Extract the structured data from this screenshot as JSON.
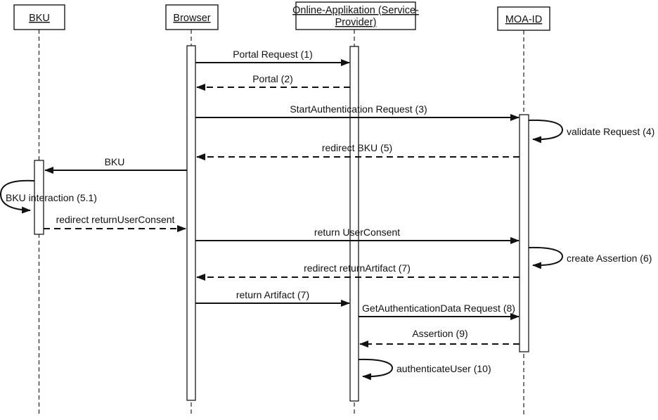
{
  "diagram": {
    "type": "uml-sequence-diagram",
    "colors": {
      "line": "#111111",
      "background": "#ffffff"
    },
    "participants": [
      {
        "id": "bku",
        "label": "BKU"
      },
      {
        "id": "browser",
        "label": "Browser"
      },
      {
        "id": "online-applikation",
        "label_line1": "Online-Applikation (Service-",
        "label_line2": "Provider)",
        "label": "Online-Applikation (Service-Provider)"
      },
      {
        "id": "moa-id",
        "label": "MOA-ID"
      }
    ],
    "messages": [
      {
        "label": "Portal Request (1)",
        "from": "Browser",
        "to": "Online-Applikation (Service-Provider)",
        "line": "solid"
      },
      {
        "label": "Portal (2)",
        "from": "Online-Applikation (Service-Provider)",
        "to": "Browser",
        "line": "dashed"
      },
      {
        "label": "StartAuthentication Request (3)",
        "from": "Browser",
        "to": "MOA-ID",
        "line": "solid"
      },
      {
        "label": "validate Request (4)",
        "from": "MOA-ID",
        "to": "MOA-ID",
        "line": "self"
      },
      {
        "label": "redirect BKU (5)",
        "from": "MOA-ID",
        "to": "Browser",
        "line": "dashed"
      },
      {
        "label": "BKU",
        "from": "Browser",
        "to": "BKU",
        "line": "solid"
      },
      {
        "label": "BKU interaction (5.1)",
        "from": "BKU",
        "to": "BKU",
        "line": "self"
      },
      {
        "label": "redirect returnUserConsent",
        "from": "BKU",
        "to": "Browser",
        "line": "dashed"
      },
      {
        "label": "return UserConsent",
        "from": "Browser",
        "to": "MOA-ID",
        "line": "solid"
      },
      {
        "label": "create Assertion (6)",
        "from": "MOA-ID",
        "to": "MOA-ID",
        "line": "self"
      },
      {
        "label": "redirect returnArtifact (7)",
        "from": "MOA-ID",
        "to": "Browser",
        "line": "dashed"
      },
      {
        "label": "return Artifact (7)",
        "from": "Browser",
        "to": "Online-Applikation (Service-Provider)",
        "line": "solid"
      },
      {
        "label": "GetAuthenticationData Request (8)",
        "from": "Online-Applikation (Service-Provider)",
        "to": "MOA-ID",
        "line": "solid"
      },
      {
        "label": "Assertion (9)",
        "from": "MOA-ID",
        "to": "Online-Applikation (Service-Provider)",
        "line": "dashed"
      },
      {
        "label": "authenticateUser (10)",
        "from": "Online-Applikation (Service-Provider)",
        "to": "Online-Applikation (Service-Provider)",
        "line": "self"
      }
    ]
  }
}
